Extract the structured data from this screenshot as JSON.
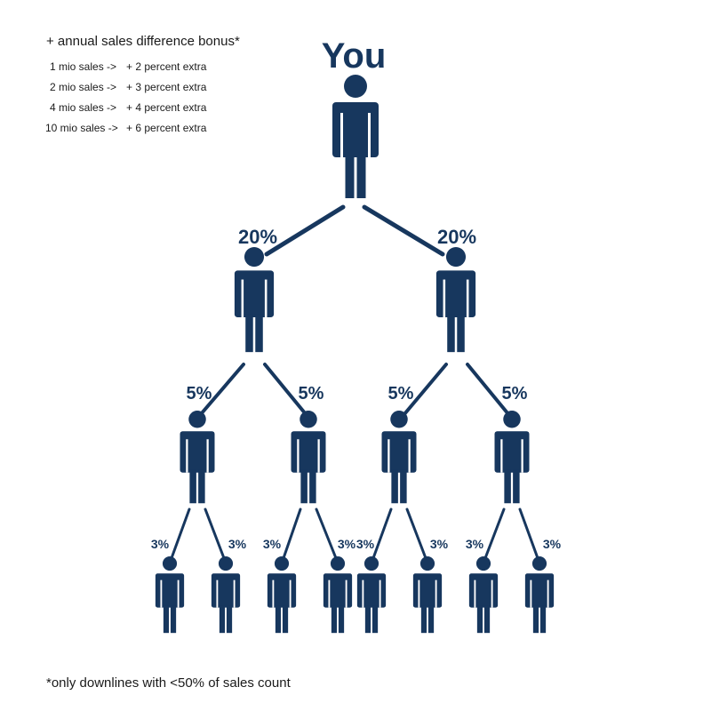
{
  "bonus": {
    "title": "+ annual sales difference bonus*",
    "rows": [
      {
        "sales": "1 mio sales ->",
        "extra": "+ 2 percent extra"
      },
      {
        "sales": "2 mio sales ->",
        "extra": "+ 3 percent extra"
      },
      {
        "sales": "4 mio sales ->",
        "extra": "+ 4 percent extra"
      },
      {
        "sales": "10 mio sales ->",
        "extra": "+ 6 percent extra"
      }
    ]
  },
  "tree": {
    "root_label": "You",
    "level1_labels": [
      "20%",
      "20%"
    ],
    "level2_labels": [
      "5%",
      "5%",
      "5%",
      "5%"
    ],
    "level3_labels": [
      "3%",
      "3%",
      "3%",
      "3%",
      "3%",
      "3%",
      "3%",
      "3%"
    ]
  },
  "footnote": "*only downlines with <50% of sales count",
  "colors": {
    "figure": "#17375e",
    "text": "#1a1a1a"
  }
}
